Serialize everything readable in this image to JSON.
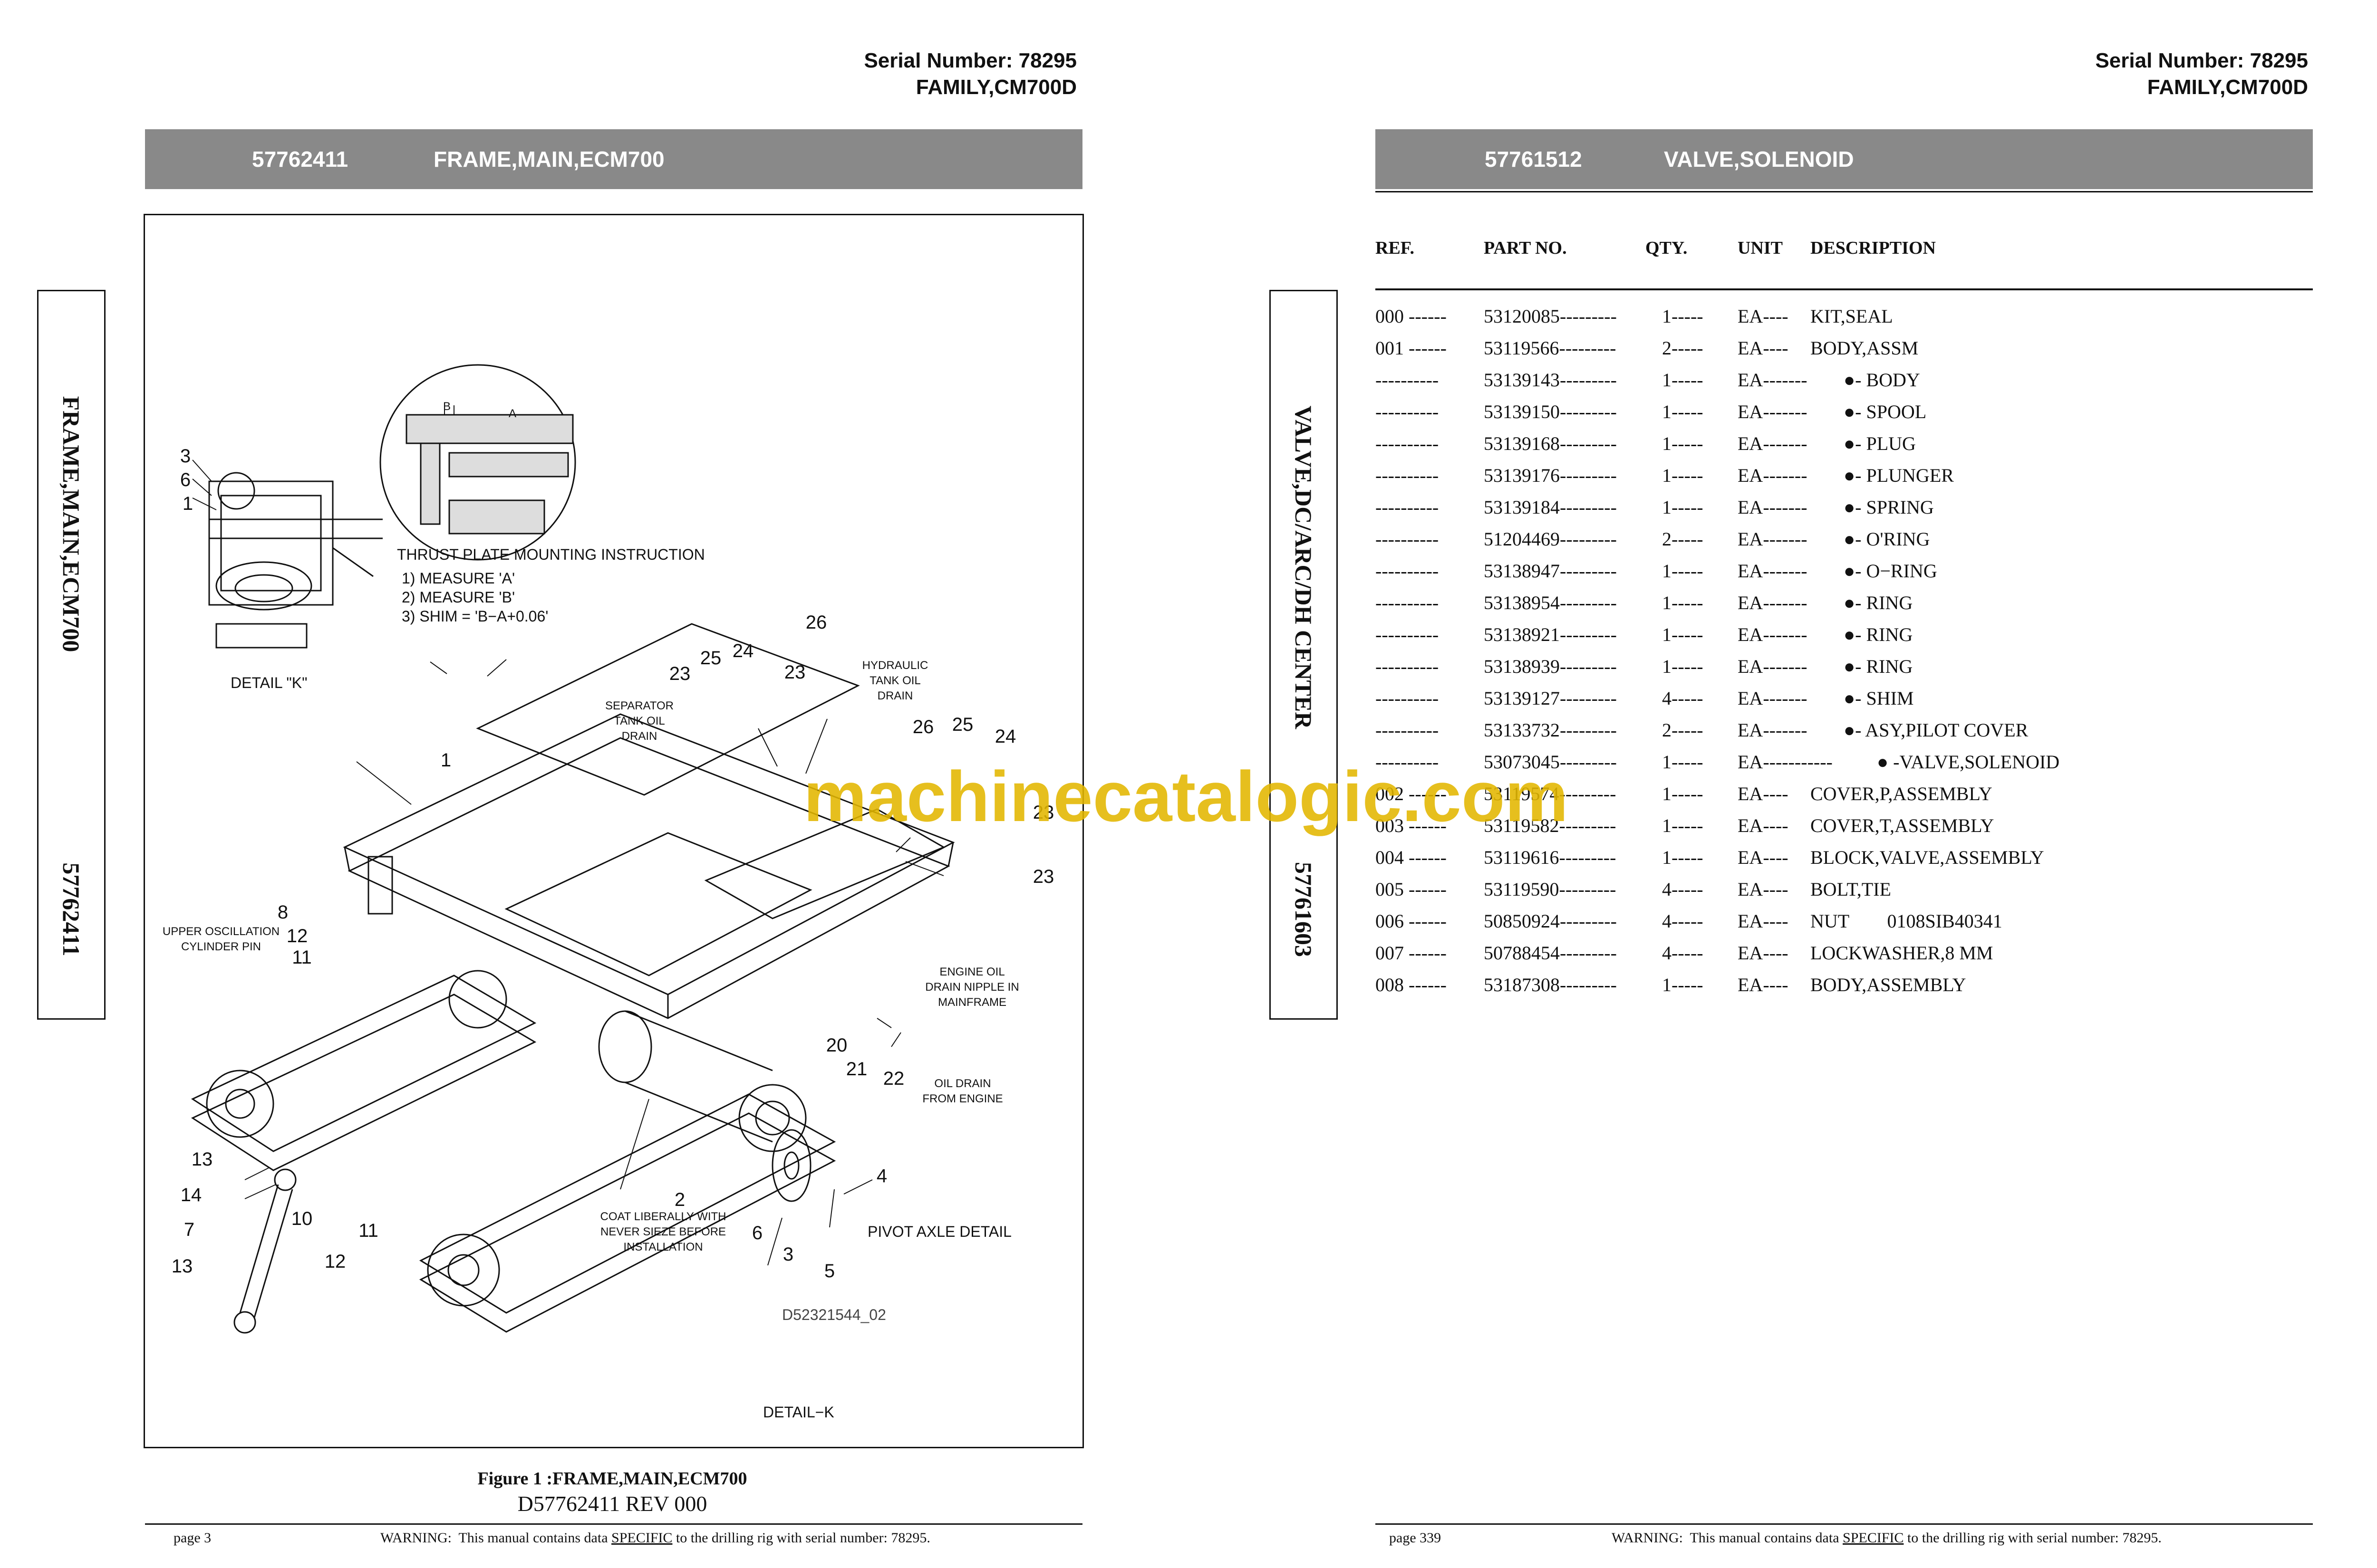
{
  "left_page": {
    "serial": "Serial Number: 78295",
    "family": "FAMILY,CM700D",
    "banner_part": "57762411",
    "banner_title": "FRAME,MAIN,ECM700",
    "side_title": "FRAME,MAIN,ECM700",
    "side_number": "57762411",
    "figure_caption": "Figure 1 :FRAME,MAIN,ECM700",
    "drawing_ref": "D57762411 REV 000",
    "page": "page 3",
    "warning_pre": "WARNING:  This manual contains data ",
    "warning_u": "SPECIFIC",
    "warning_post": " to the drilling rig with serial number: 78295."
  },
  "figure": {
    "thrust_title": "THRUST PLATE MOUNTING INSTRUCTION",
    "thrust_steps": [
      "1)  MEASURE 'A'",
      "2)  MEASURE 'B'",
      "3)  SHIM = 'B−A+0.06'"
    ],
    "detail_k_label": "DETAIL \"K\"",
    "detail_k_bottom": "DETAIL−K",
    "pivot_label": "PIVOT AXLE DETAIL",
    "drawing_number": "D52321544_02",
    "separator": [
      "SEPARATOR",
      "TANK OIL",
      "DRAIN"
    ],
    "hydraulic": [
      "HYDRAULIC",
      "TANK OIL",
      "DRAIN"
    ],
    "upper_osc": [
      "UPPER OSCILLATION",
      "CYLINDER PIN"
    ],
    "engine_oil": [
      "ENGINE OIL",
      "DRAIN NIPPLE IN",
      "MAINFRAME"
    ],
    "oil_drain": [
      "OIL DRAIN",
      "FROM  ENGINE"
    ],
    "coat": [
      "COAT LIBERALLY WITH",
      "NEVER SIEZE BEFORE",
      "INSTALLATION"
    ],
    "mark_b": "B",
    "mark_a": "A",
    "callouts": [
      "3",
      "6",
      "1",
      "23",
      "25",
      "24",
      "23",
      "26",
      "26",
      "25",
      "24",
      "23",
      "1",
      "23",
      "8",
      "12",
      "11",
      "20",
      "21",
      "22",
      "13",
      "14",
      "7",
      "13",
      "10",
      "12",
      "11",
      "2",
      "6",
      "3",
      "5",
      "4"
    ]
  },
  "right_page": {
    "serial": "Serial Number: 78295",
    "family": "FAMILY,CM700D",
    "banner_part": "57761512",
    "banner_title": "VALVE,SOLENOID",
    "side_title": "VALVE,DC/ARC/DH CENTER",
    "side_number": "57761603",
    "page": "page 339",
    "warning_pre": "WARNING:  This manual contains data ",
    "warning_u": "SPECIFIC",
    "warning_post": " to the drilling rig with serial number: 78295."
  },
  "parts_table": {
    "headers": {
      "ref": "REF.",
      "part": "PART NO.",
      "qty": "QTY.",
      "unit": "UNIT",
      "desc": "DESCRIPTION"
    },
    "rows": [
      {
        "ref": "000 ------",
        "part": "53120085---------",
        "qty": "1-----",
        "unit": "EA----",
        "desc": "KIT,SEAL"
      },
      {
        "ref": "001 ------",
        "part": "53119566---------",
        "qty": "2-----",
        "unit": "EA----",
        "desc": "BODY,ASSM"
      },
      {
        "ref": "----------",
        "part": "53139143---------",
        "qty": "1-----",
        "unit": "EA-------",
        "desc": "●- BODY"
      },
      {
        "ref": "----------",
        "part": "53139150---------",
        "qty": "1-----",
        "unit": "EA-------",
        "desc": "●- SPOOL"
      },
      {
        "ref": "----------",
        "part": "53139168---------",
        "qty": "1-----",
        "unit": "EA-------",
        "desc": "●- PLUG"
      },
      {
        "ref": "----------",
        "part": "53139176---------",
        "qty": "1-----",
        "unit": "EA-------",
        "desc": "●- PLUNGER"
      },
      {
        "ref": "----------",
        "part": "53139184---------",
        "qty": "1-----",
        "unit": "EA-------",
        "desc": "●- SPRING"
      },
      {
        "ref": "----------",
        "part": "51204469---------",
        "qty": "2-----",
        "unit": "EA-------",
        "desc": "●- O'RING"
      },
      {
        "ref": "----------",
        "part": "53138947---------",
        "qty": "1-----",
        "unit": "EA-------",
        "desc": "●- O−RING"
      },
      {
        "ref": "----------",
        "part": "53138954---------",
        "qty": "1-----",
        "unit": "EA-------",
        "desc": "●- RING"
      },
      {
        "ref": "----------",
        "part": "53138921---------",
        "qty": "1-----",
        "unit": "EA-------",
        "desc": "●- RING"
      },
      {
        "ref": "----------",
        "part": "53138939---------",
        "qty": "1-----",
        "unit": "EA-------",
        "desc": "●- RING"
      },
      {
        "ref": "----------",
        "part": "53139127---------",
        "qty": "4-----",
        "unit": "EA-------",
        "desc": "●- SHIM"
      },
      {
        "ref": "----------",
        "part": "53133732---------",
        "qty": "2-----",
        "unit": "EA-------",
        "desc": "●- ASY,PILOT COVER"
      },
      {
        "ref": "----------",
        "part": "53073045---------",
        "qty": "1-----",
        "unit": "EA-----------",
        "desc": "● -VALVE,SOLENOID"
      },
      {
        "ref": "002 ------",
        "part": "53119574---------",
        "qty": "1-----",
        "unit": "EA----",
        "desc": "COVER,P,ASSEMBLY"
      },
      {
        "ref": "003 ------",
        "part": "53119582---------",
        "qty": "1-----",
        "unit": "EA----",
        "desc": "COVER,T,ASSEMBLY"
      },
      {
        "ref": "004 ------",
        "part": "53119616---------",
        "qty": "1-----",
        "unit": "EA----",
        "desc": "BLOCK,VALVE,ASSEMBLY"
      },
      {
        "ref": "005 ------",
        "part": "53119590---------",
        "qty": "4-----",
        "unit": "EA----",
        "desc": "BOLT,TIE"
      },
      {
        "ref": "006 ------",
        "part": "50850924---------",
        "qty": "4-----",
        "unit": "EA----",
        "desc": "NUT        0108SIB40341"
      },
      {
        "ref": "007 ------",
        "part": "50788454---------",
        "qty": "4-----",
        "unit": "EA----",
        "desc": "LOCKWASHER,8 MM"
      },
      {
        "ref": "008 ------",
        "part": "53187308---------",
        "qty": "1-----",
        "unit": "EA----",
        "desc": "BODY,ASSEMBLY"
      }
    ]
  },
  "watermark": "machinecatalogic.com",
  "colors": {
    "banner": "#898989",
    "watermark": "#e3b700"
  }
}
